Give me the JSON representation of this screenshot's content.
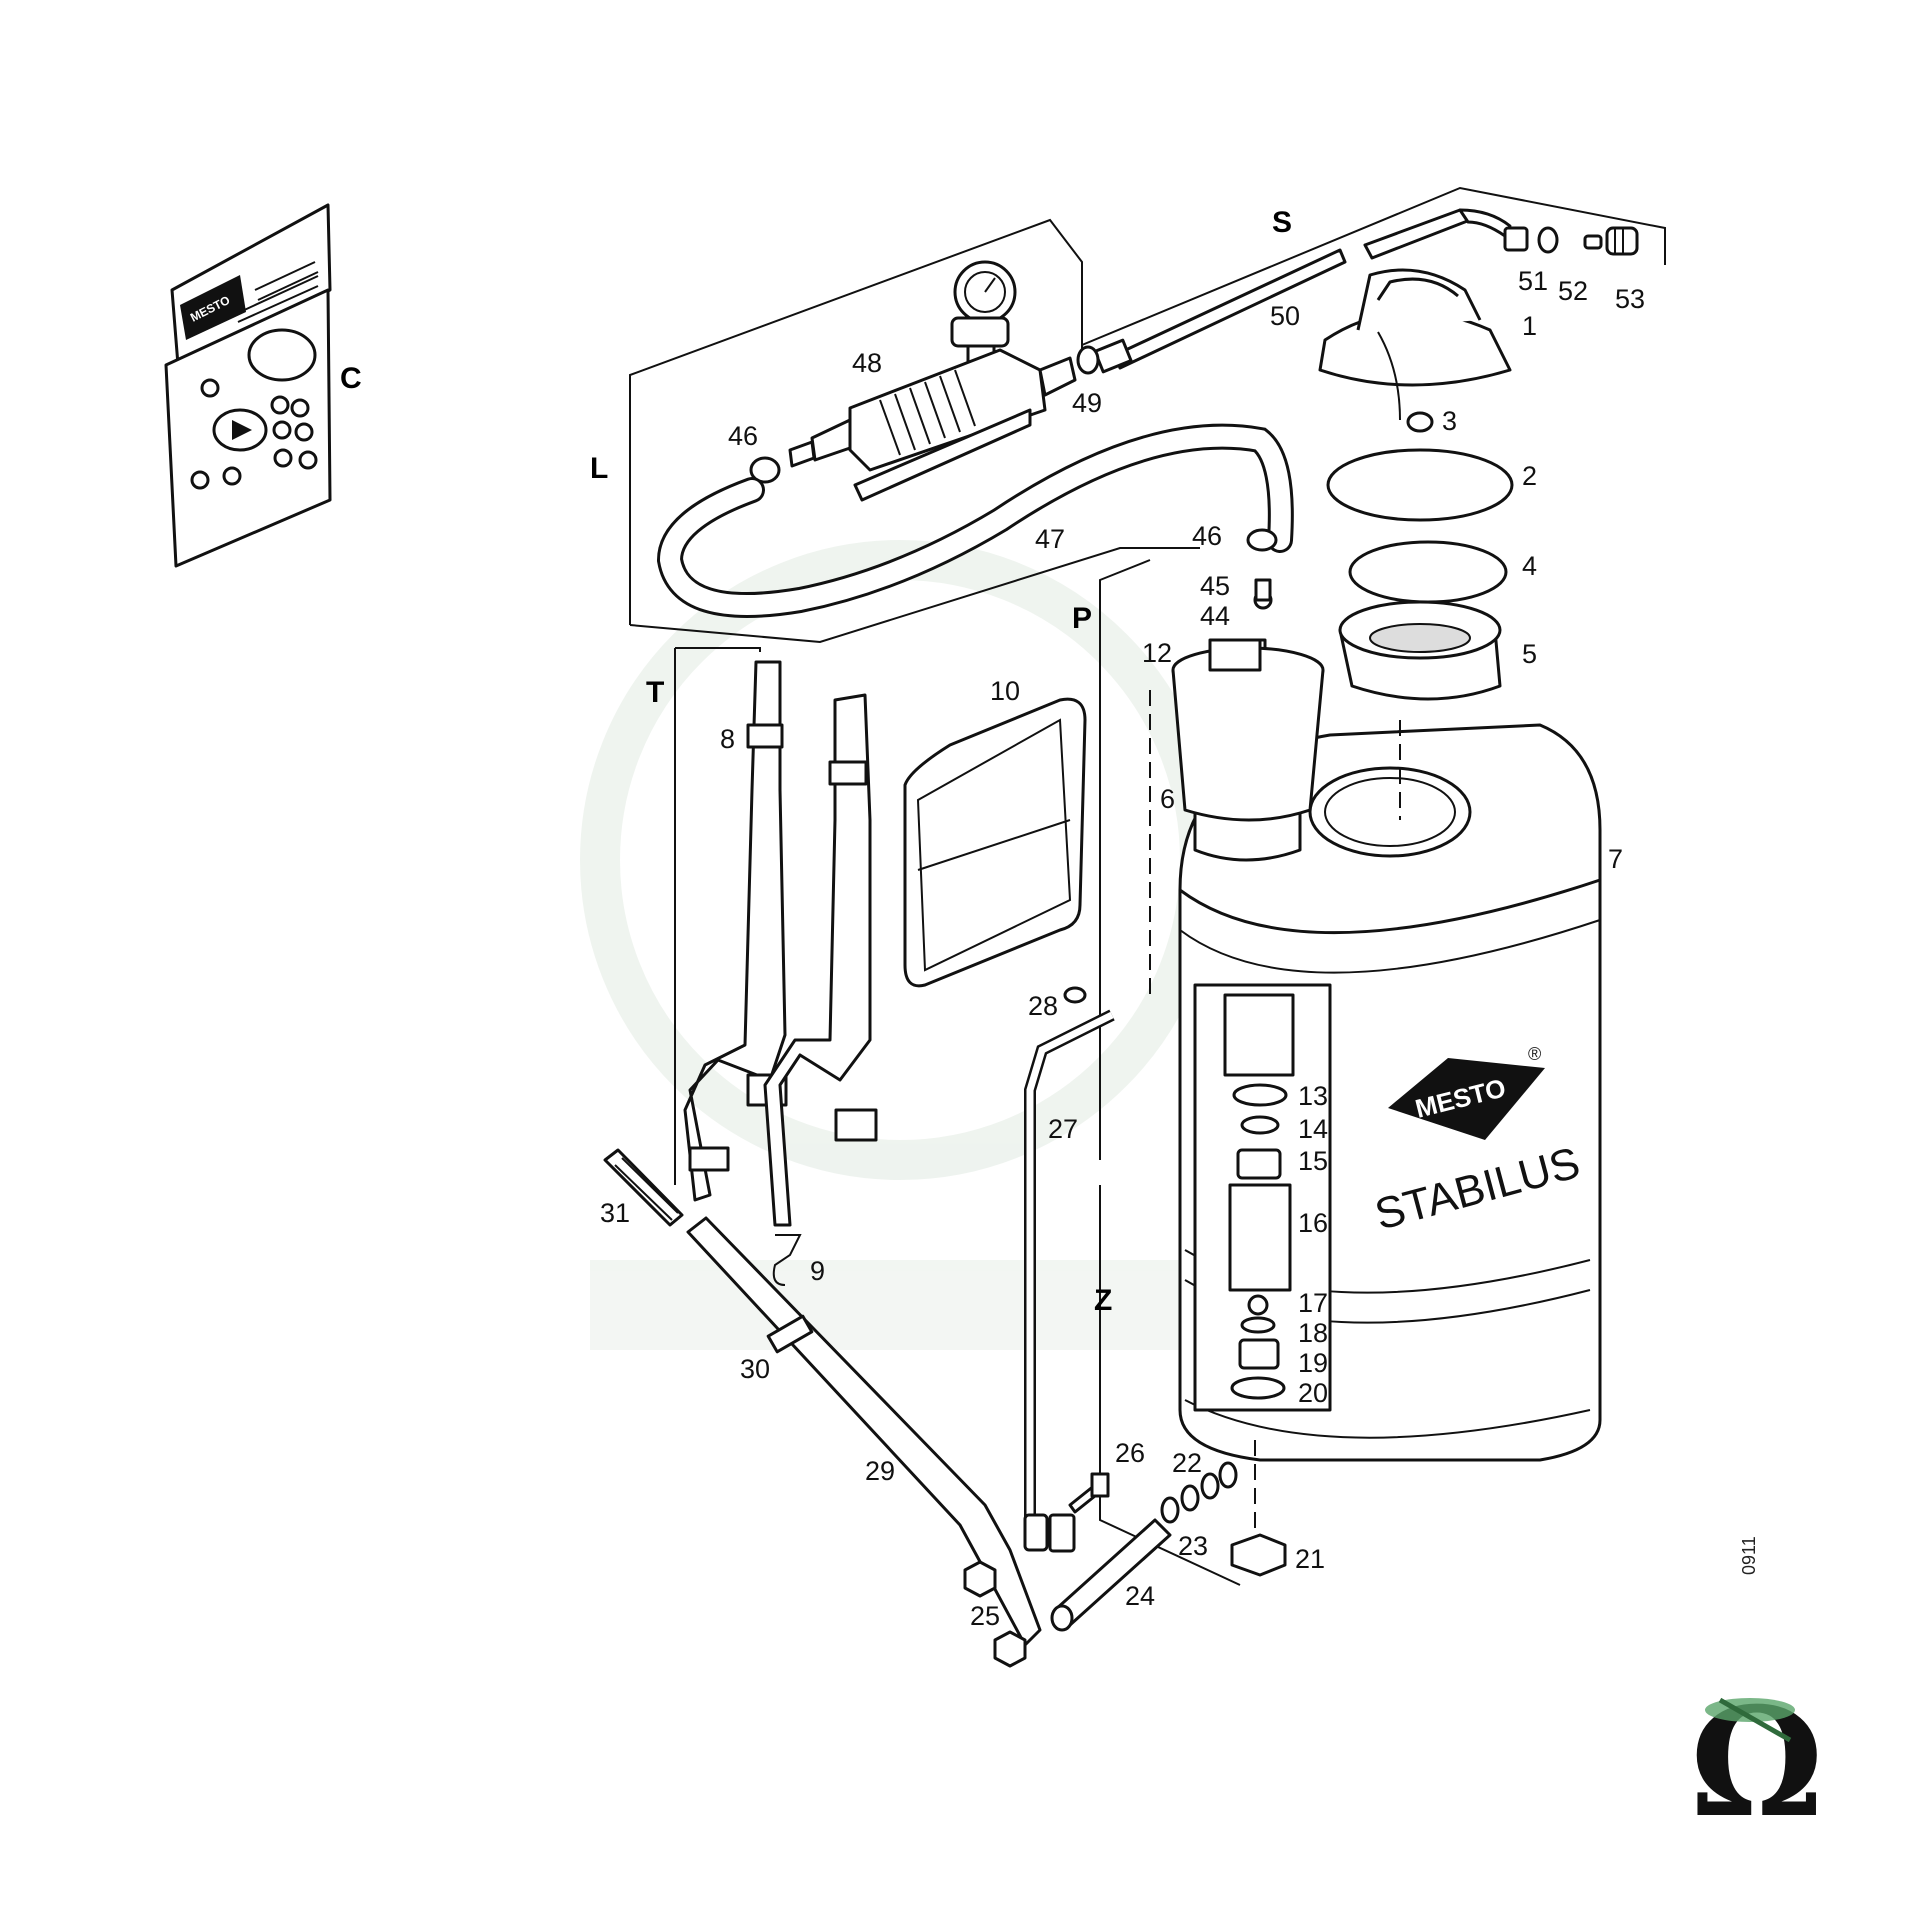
{
  "diagram": {
    "brand_on_tank": "MESTO",
    "registered_mark": "®",
    "product_name": "STABILUS",
    "kit_card_brand": "MESTO",
    "drawing_code": "0911",
    "watermark_symbol": "Ω",
    "group_labels": {
      "C": "C",
      "S": "S",
      "L": "L",
      "P": "P",
      "T": "T",
      "Z": "Z"
    },
    "part_labels": {
      "p1": "1",
      "p2": "2",
      "p3": "3",
      "p4": "4",
      "p5": "5",
      "p6": "6",
      "p7": "7",
      "p8": "8",
      "p9": "9",
      "p10": "10",
      "p12": "12",
      "p13": "13",
      "p14": "14",
      "p15": "15",
      "p16": "16",
      "p17": "17",
      "p18": "18",
      "p19": "19",
      "p20": "20",
      "p21": "21",
      "p22": "22",
      "p23": "23",
      "p24": "24",
      "p25": "25",
      "p26": "26",
      "p27": "27",
      "p28": "28",
      "p29": "29",
      "p30": "30",
      "p31": "31",
      "p44": "44",
      "p45": "45",
      "p46a": "46",
      "p46b": "46",
      "p47": "47",
      "p48": "48",
      "p49": "49",
      "p50": "50",
      "p51": "51",
      "p52": "52",
      "p53": "53"
    },
    "colors": {
      "line": "#111111",
      "background": "#ffffff",
      "watermark_green": "#4d8a55"
    }
  }
}
